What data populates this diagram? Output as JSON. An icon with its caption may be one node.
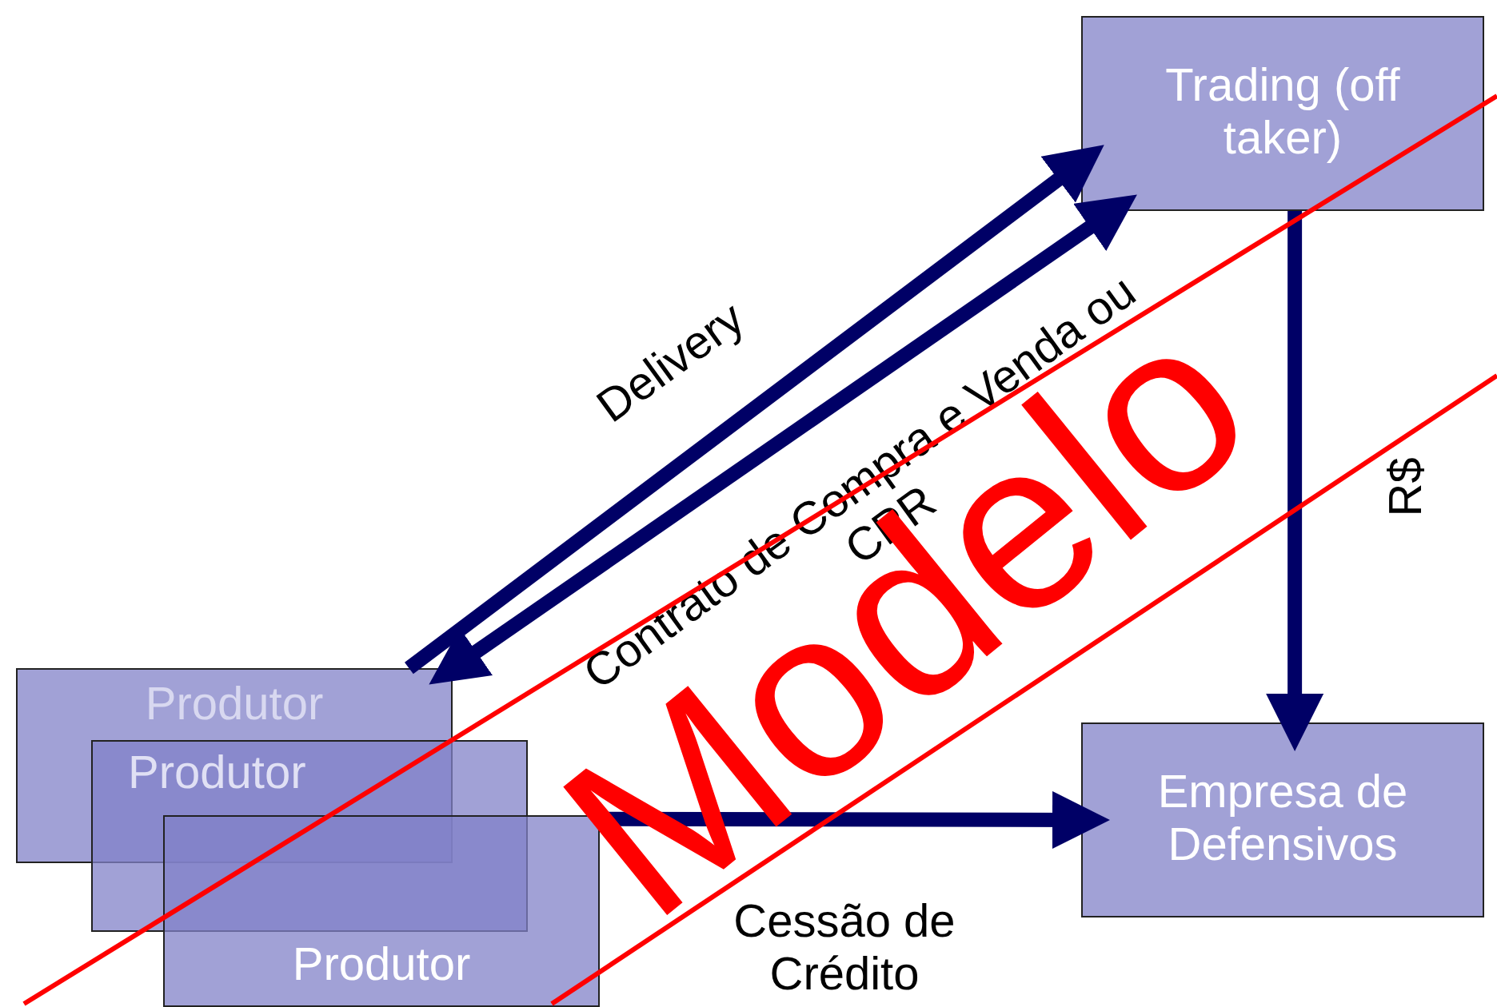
{
  "diagram": {
    "nodes": [
      {
        "text": [
          "Trading (off taker)"
        ]
      },
      {
        "text": [
          "Empresa de Defensivos"
        ]
      },
      {
        "text": [
          "Produtor"
        ]
      },
      {
        "text": [
          "Produtor"
        ]
      },
      {
        "text": [
          "Produtor"
        ]
      }
    ],
    "edges": [
      {
        "from": 2,
        "to": 0,
        "arrow": "to",
        "label": "Delivery"
      },
      {
        "from": 0,
        "to": 2,
        "arrow": "both",
        "label": "Contrato de Compra e Venda ou CPR"
      },
      {
        "from": 0,
        "to": 1,
        "arrow": "to",
        "label": "R$"
      },
      {
        "from": 4,
        "to": 1,
        "arrow": "to",
        "label": "Cessão de Crédito"
      }
    ],
    "labels": [
      "Modelo"
    ]
  }
}
